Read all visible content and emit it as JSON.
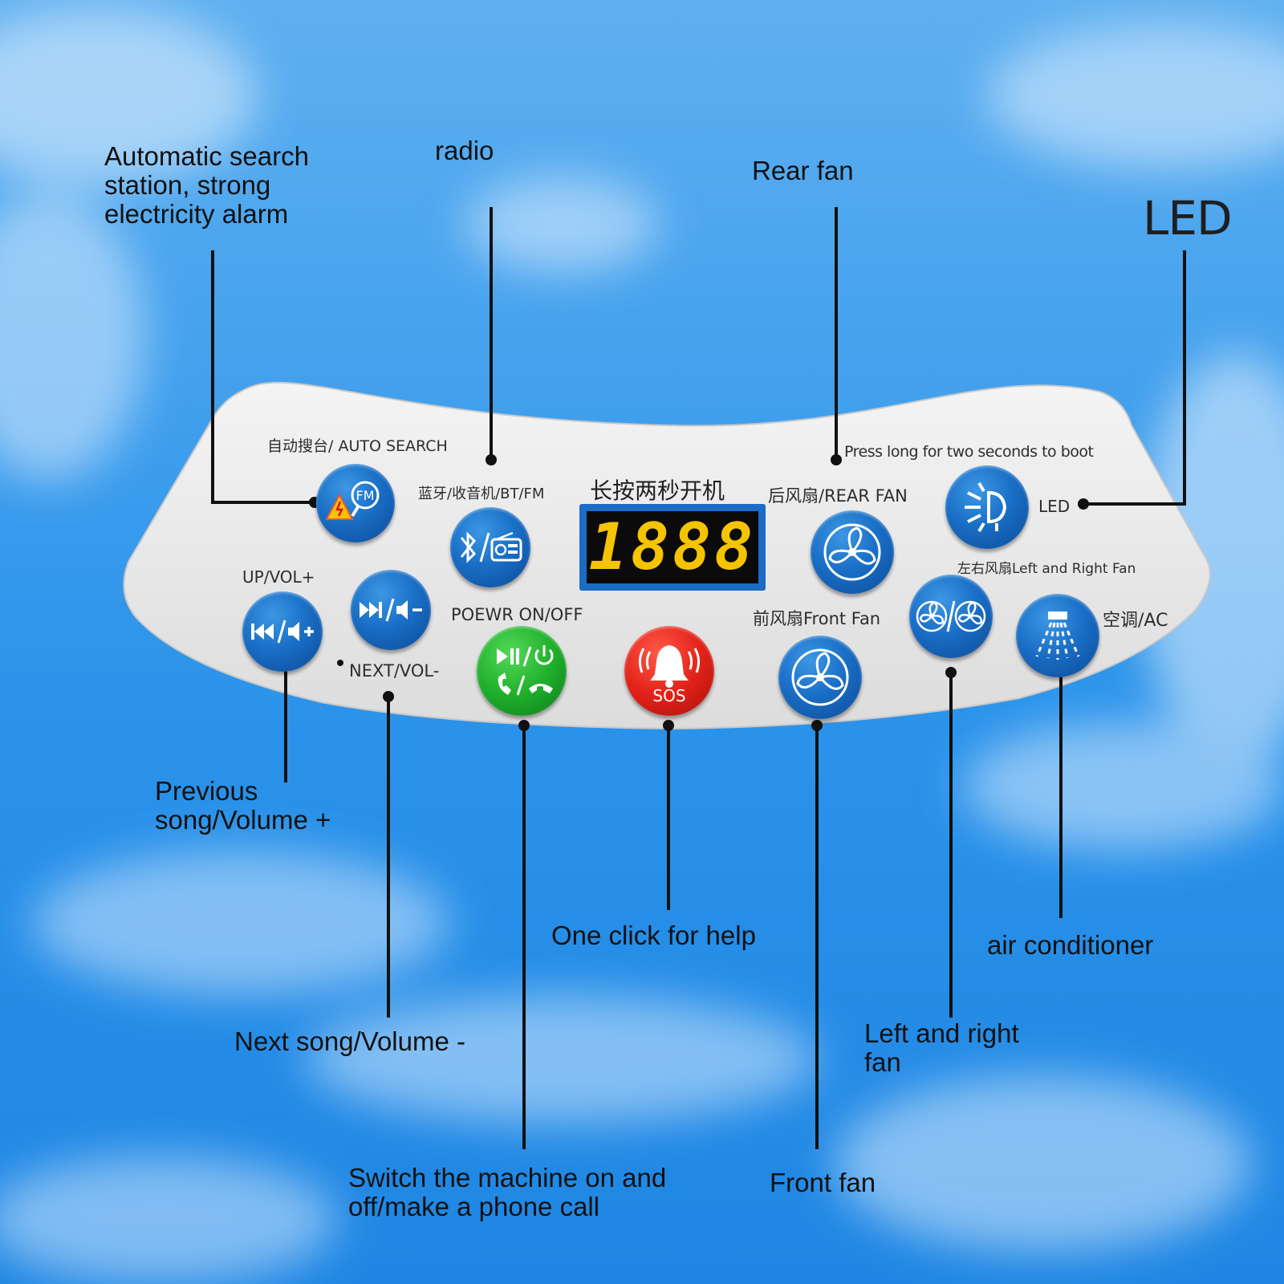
{
  "callouts": {
    "auto_search": "Automatic search\nstation, strong\nelectricity alarm",
    "radio": "radio",
    "rear_fan": "Rear fan",
    "led": "LED",
    "previous_song": "Previous\nsong/Volume +",
    "next_song": "Next song/Volume -",
    "power": "Switch the machine on and\noff/make a phone call",
    "sos": "One click for help",
    "front_fan": "Front fan",
    "left_right_fan": "Left and right\nfan",
    "air_conditioner": "air conditioner"
  },
  "panel": {
    "auto_search_label": "自动搜台/ AUTO SEARCH",
    "bt_fm_label": "蓝牙/收音机/BT/FM",
    "boot_label_cn": "长按两秒开机",
    "display_value": "1888",
    "press_long_label": "Press long for two seconds to boot",
    "rear_fan_label": "后风扇/REAR FAN",
    "led_label": "LED",
    "left_right_fan_label": "左右风扇Left and Right Fan",
    "ac_label": "空调/AC",
    "front_fan_label": "前风扇Front Fan",
    "up_vol_label": "UP/VOL+",
    "next_vol_label": "NEXT/VOL-",
    "power_label": "POEWR  ON/OFF",
    "sos_label": "SOS",
    "fm_badge": "FM"
  },
  "icons": {
    "auto_search_button": "fm-search-icon",
    "bt_radio_button": "bluetooth-radio-icon",
    "up_vol_button": "previous-volume-up-icon",
    "next_vol_button": "next-volume-down-icon",
    "power_button": "play-pause-power-phone-icon",
    "sos_button": "alarm-bell-icon",
    "rear_fan_button": "fan-icon",
    "front_fan_button": "fan-icon",
    "left_right_fan_button": "dual-fan-icon",
    "led_button": "light-icon",
    "ac_button": "air-conditioner-icon"
  },
  "colors": {
    "button_blue": "#1a6fc6",
    "button_green": "#1fb02b",
    "button_red": "#e3221a",
    "display_digits": "#f5c400",
    "display_frame": "#1a6cc4",
    "panel": "#eeeeee"
  }
}
